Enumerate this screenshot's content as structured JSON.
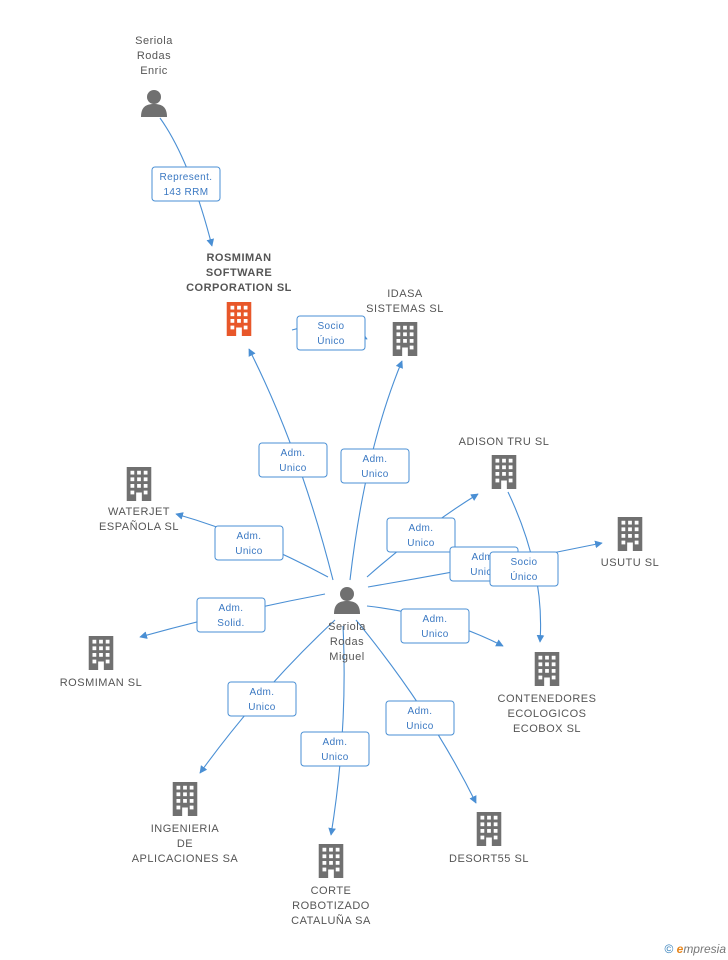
{
  "colors": {
    "edge": "#4a8fd4",
    "building": "#707070",
    "building_main": "#e8572a",
    "person": "#707070"
  },
  "nodes": [
    {
      "id": "enric",
      "type": "person",
      "label_lines": [
        "Seriola",
        "Rodas",
        "Enric"
      ],
      "icon": "person-icon"
    },
    {
      "id": "rosmiman_sw",
      "type": "company",
      "main": true,
      "label_lines": [
        "ROSMIMAN",
        "SOFTWARE",
        "CORPORATION SL"
      ],
      "icon": "building-icon"
    },
    {
      "id": "idasa",
      "type": "company",
      "label_lines": [
        "IDASA",
        "SISTEMAS SL"
      ],
      "icon": "building-icon"
    },
    {
      "id": "adison",
      "type": "company",
      "label_lines": [
        "ADISON TRU SL"
      ],
      "icon": "building-icon"
    },
    {
      "id": "waterjet",
      "type": "company",
      "label_lines": [
        "WATERJET",
        "ESPAÑOLA SL"
      ],
      "icon": "building-icon"
    },
    {
      "id": "usutu",
      "type": "company",
      "label_lines": [
        "USUTU SL"
      ],
      "icon": "building-icon"
    },
    {
      "id": "miguel",
      "type": "person",
      "label_lines": [
        "Seriola",
        "Rodas",
        "Miguel"
      ],
      "icon": "person-icon"
    },
    {
      "id": "rosmiman",
      "type": "company",
      "label_lines": [
        "ROSMIMAN SL"
      ],
      "icon": "building-icon"
    },
    {
      "id": "ecobox",
      "type": "company",
      "label_lines": [
        "CONTENEDORES",
        "ECOLOGICOS",
        "ECOBOX SL"
      ],
      "icon": "building-icon"
    },
    {
      "id": "ingenieria",
      "type": "company",
      "label_lines": [
        "INGENIERIA",
        "DE",
        "APLICACIONES SA"
      ],
      "icon": "building-icon"
    },
    {
      "id": "desort",
      "type": "company",
      "label_lines": [
        "DESORT55 SL"
      ],
      "icon": "building-icon"
    },
    {
      "id": "corte",
      "type": "company",
      "label_lines": [
        "CORTE",
        "ROBOTIZADO",
        "CATALUÑA SA"
      ],
      "icon": "building-icon"
    }
  ],
  "edges": [
    {
      "id": "e1",
      "label_lines": [
        "Represent.",
        "143 RRM"
      ]
    },
    {
      "id": "e2",
      "label_lines": [
        "Socio",
        "Único"
      ]
    },
    {
      "id": "e3",
      "label_lines": [
        "Adm.",
        "Unico"
      ]
    },
    {
      "id": "e4",
      "label_lines": [
        "Adm.",
        "Unico"
      ]
    },
    {
      "id": "e5",
      "label_lines": [
        "Adm.",
        "Unico"
      ]
    },
    {
      "id": "e6",
      "label_lines": [
        "Adm.",
        "Unico"
      ]
    },
    {
      "id": "e7",
      "label_lines": [
        "Adm.",
        "Unico"
      ]
    },
    {
      "id": "e8",
      "label_lines": [
        "Socio",
        "Único"
      ]
    },
    {
      "id": "e9",
      "label_lines": [
        "Adm.",
        "Solid."
      ]
    },
    {
      "id": "e10",
      "label_lines": [
        "Adm.",
        "Unico"
      ]
    },
    {
      "id": "e11",
      "label_lines": [
        "Adm.",
        "Unico"
      ]
    },
    {
      "id": "e12",
      "label_lines": [
        "Adm.",
        "Unico"
      ]
    },
    {
      "id": "e13",
      "label_lines": [
        "Adm.",
        "Unico"
      ]
    }
  ],
  "footer": {
    "copyright": "©",
    "brand_initial": "e",
    "brand_rest": "mpresia"
  }
}
